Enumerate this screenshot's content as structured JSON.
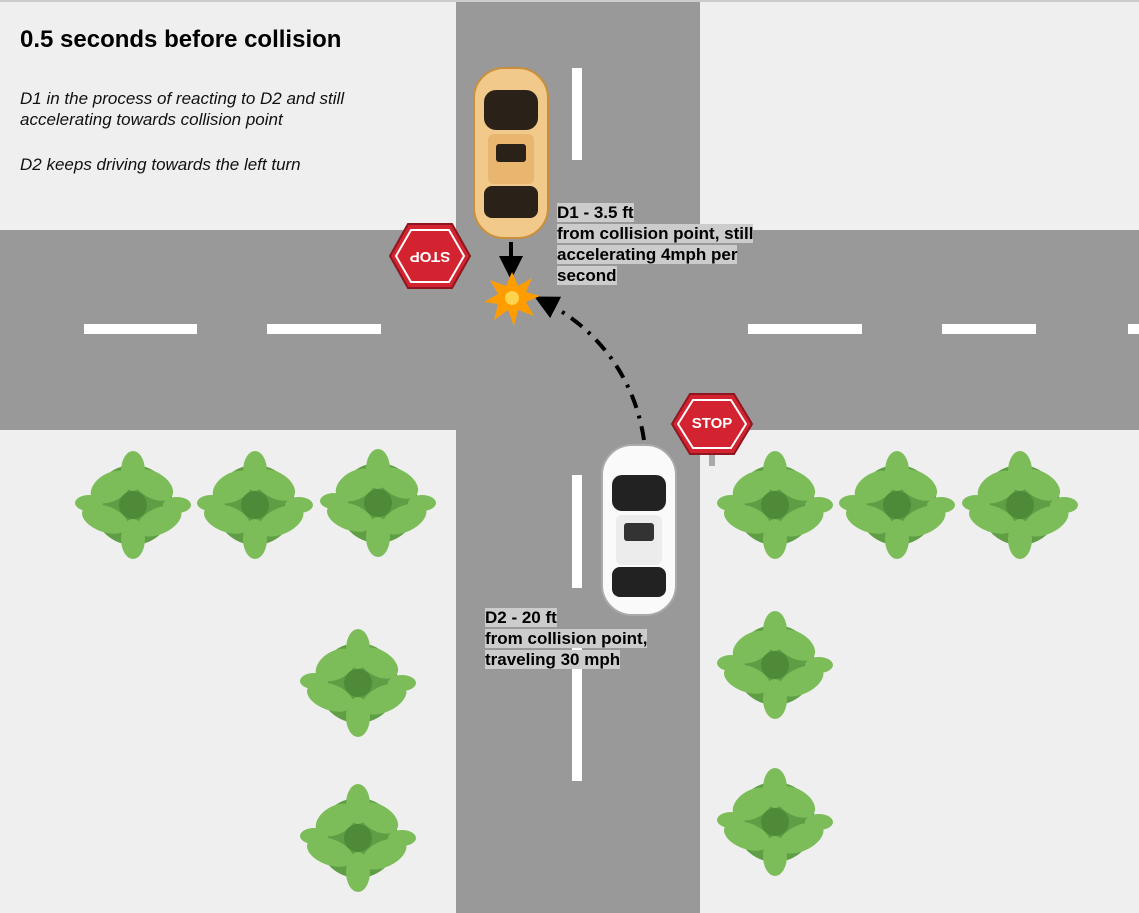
{
  "title": "0.5 seconds before collision",
  "notes": {
    "d1": "D1 in the process of reacting to D2 and still accelerating towards collision point",
    "d2": "D2 keeps driving towards the left turn"
  },
  "labels": {
    "d1": [
      "D1 - 3.5 ft",
      "from collision point, still",
      "accelerating 4mph per",
      "second"
    ],
    "d2": [
      "D2 - 20 ft",
      "from collision point,",
      "traveling 30 mph"
    ]
  },
  "signs": {
    "stop": "STOP"
  },
  "colors": {
    "road": "#999999",
    "ground": "#efefef",
    "stop": "#d42330",
    "collision": "#ff9d00",
    "bush": "#6aaa4a"
  }
}
